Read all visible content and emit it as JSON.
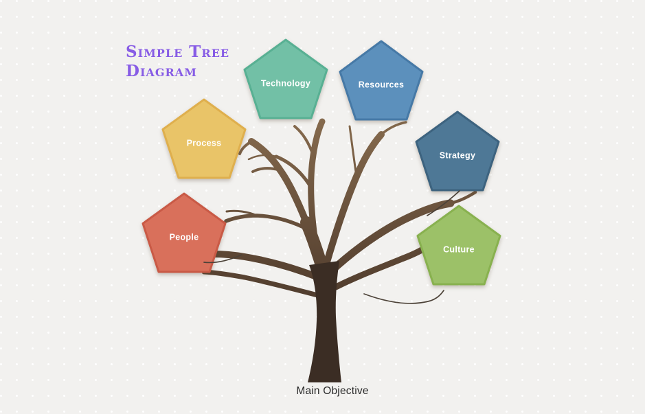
{
  "header": {
    "title": "Simple Tree\nDiagram",
    "title_color": "#875CE5"
  },
  "canvas": {
    "background": "#F2F1EF",
    "dot_color": "#FFFFFF"
  },
  "tree": {
    "trunk_color": "#3B2D24",
    "branch_dark": "#382B22",
    "branch_mid": "#5C4634",
    "branch_light": "#8A6E50",
    "twig_color": "#4C4238",
    "root_label": "Main Objective",
    "root_label_color": "#2A2A2A"
  },
  "nodes": [
    {
      "id": "technology",
      "label": "Technology",
      "fill": "#72C0A6",
      "stroke": "#58B093"
    },
    {
      "id": "resources",
      "label": "Resources",
      "fill": "#5C90BC",
      "stroke": "#4679A6"
    },
    {
      "id": "process",
      "label": "Process",
      "fill": "#E9C468",
      "stroke": "#DFAF4D"
    },
    {
      "id": "strategy",
      "label": "Strategy",
      "fill": "#4E7896",
      "stroke": "#3D637F"
    },
    {
      "id": "people",
      "label": "People",
      "fill": "#D9705B",
      "stroke": "#C95A46"
    },
    {
      "id": "culture",
      "label": "Culture",
      "fill": "#9CC168",
      "stroke": "#88B14F"
    }
  ]
}
